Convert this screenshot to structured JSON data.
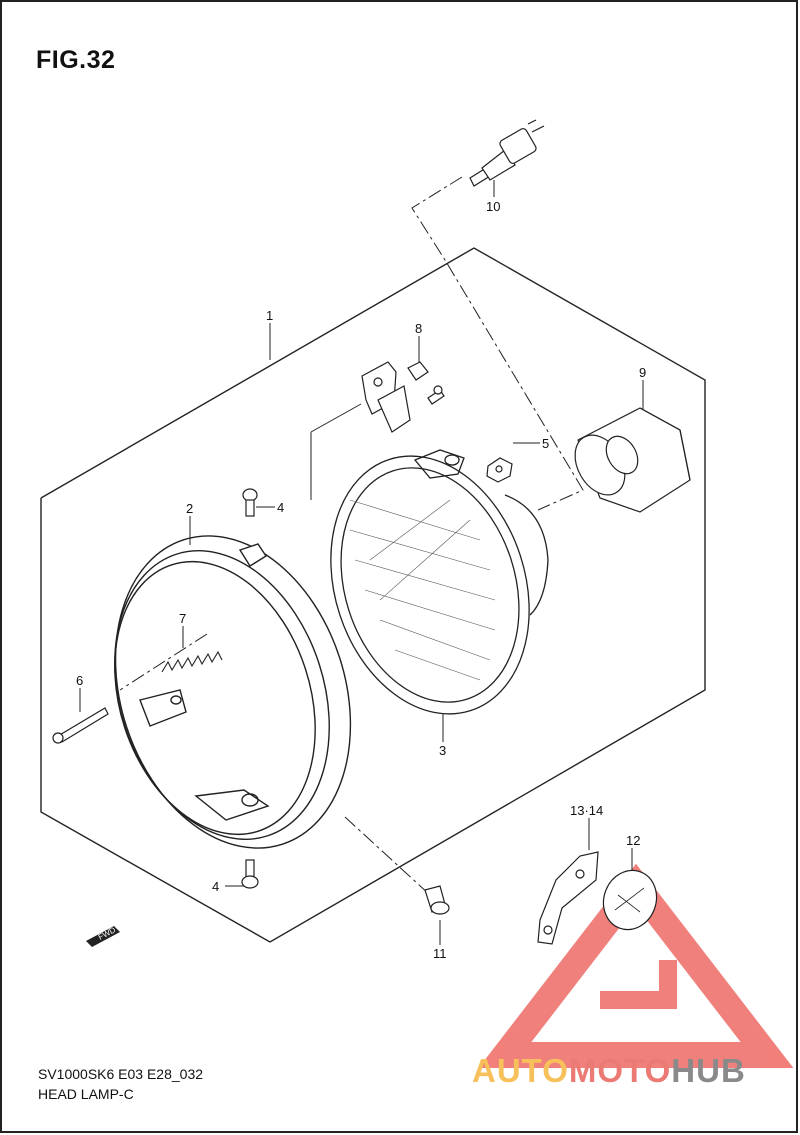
{
  "figure": {
    "title": "FIG.32",
    "code": "SV1000SK6 E03 E28_032",
    "name": "HEAD LAMP-C"
  },
  "direction_badge": "FWD",
  "callouts": [
    {
      "id": "1",
      "part": "headlamp assembly"
    },
    {
      "id": "2",
      "part": "headlamp rim"
    },
    {
      "id": "3",
      "part": "headlamp unit"
    },
    {
      "id": "4",
      "part": "screw"
    },
    {
      "id": "4",
      "part": "screw"
    },
    {
      "id": "5",
      "part": "nut"
    },
    {
      "id": "6",
      "part": "adjusting screw"
    },
    {
      "id": "7",
      "part": "spring"
    },
    {
      "id": "8",
      "part": "bracket"
    },
    {
      "id": "9",
      "part": "socket cover"
    },
    {
      "id": "10",
      "part": "bulb"
    },
    {
      "id": "11",
      "part": "screw"
    },
    {
      "id": "12",
      "part": "label"
    },
    {
      "id": "13·14",
      "part": "bracket"
    }
  ],
  "watermark": {
    "part1": "AUTO",
    "part2": "MOTO",
    "part3": "HUB",
    "colors": {
      "auto": "#f7c05a",
      "moto": "#ec7a74",
      "hub": "#8a8a8a",
      "logo": "#ee6a64"
    }
  }
}
